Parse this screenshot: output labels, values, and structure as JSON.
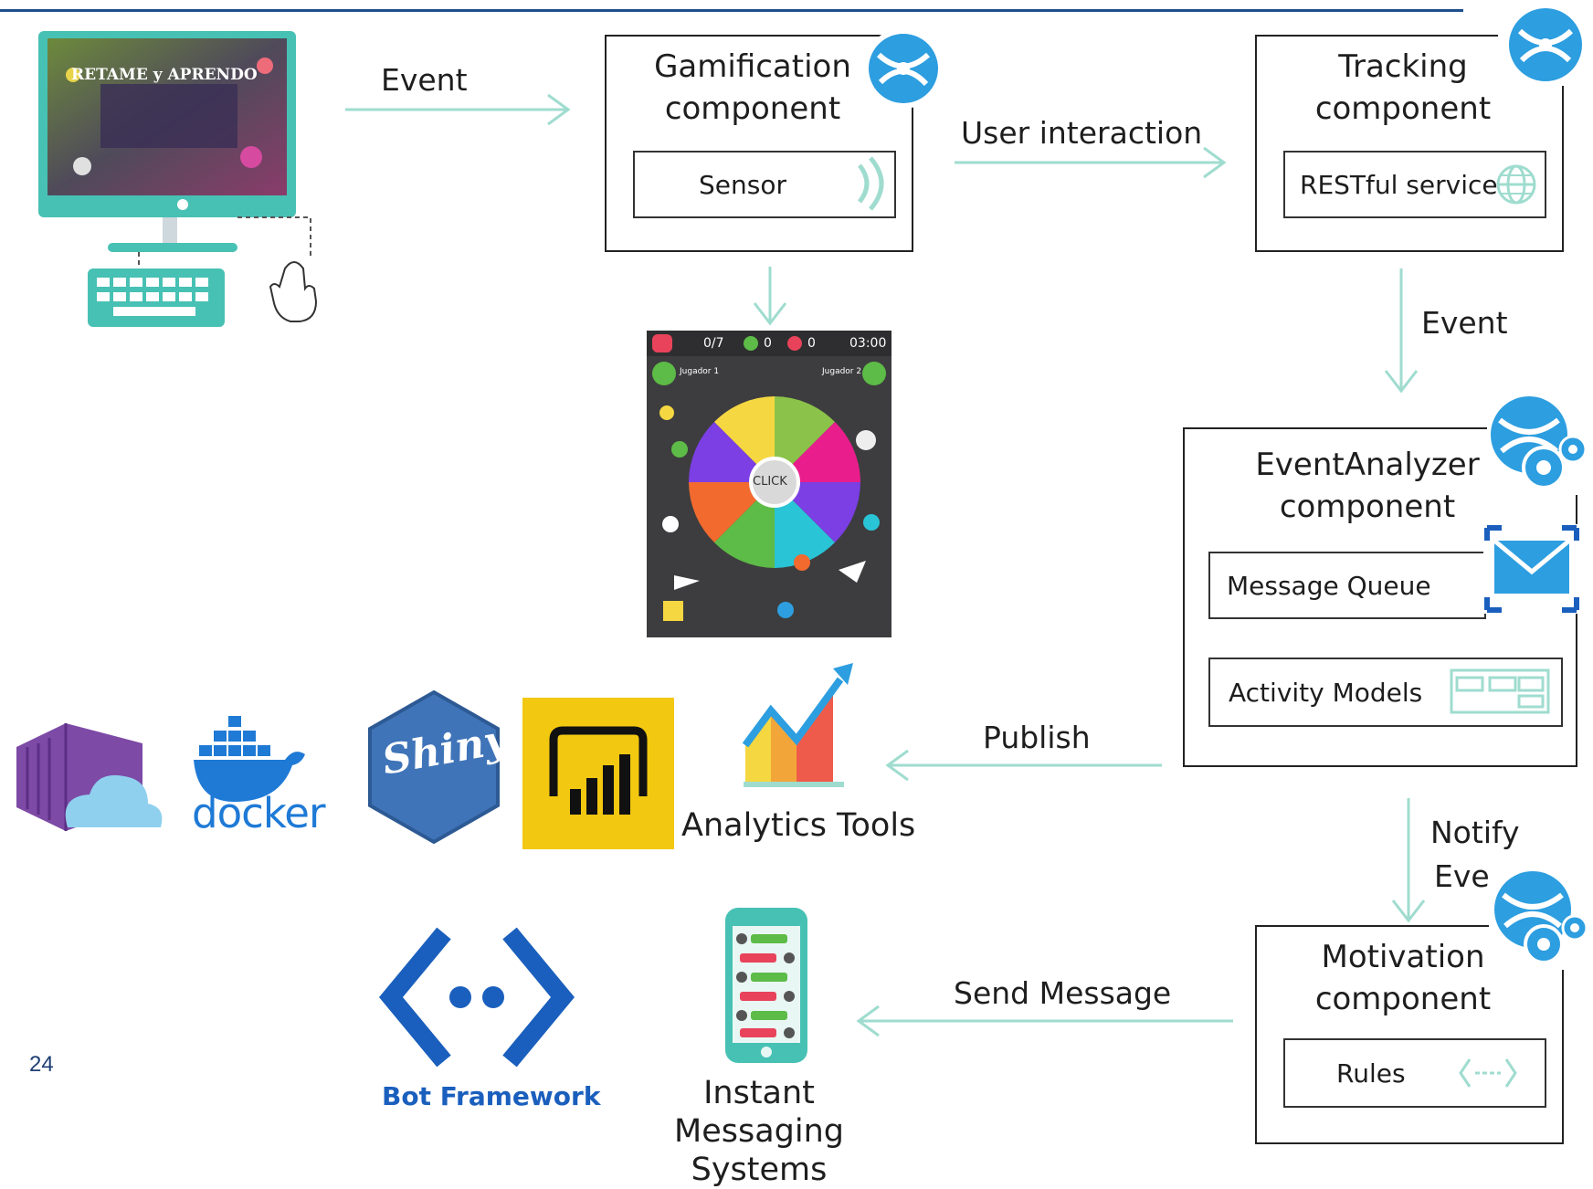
{
  "labels": {
    "event_top": "Event",
    "user_interaction": "User interaction",
    "event_right": "Event",
    "publish": "Publish",
    "notify": "Notify",
    "eve": "Eve",
    "send_message": "Send Message"
  },
  "gamification": {
    "title1": "Gamification",
    "title2": "component",
    "sensor": "Sensor"
  },
  "tracking": {
    "title1": "Tracking",
    "title2": "component",
    "service": "RESTful service"
  },
  "eventanalyzer": {
    "title1": "EventAnalyzer",
    "title2": "component",
    "queue": "Message Queue",
    "models": "Activity Models"
  },
  "motivation": {
    "title1": "Motivation",
    "title2": "component",
    "rules": "Rules"
  },
  "analytics": {
    "label": "Analytics Tools"
  },
  "tools": {
    "docker": "docker",
    "shiny": "Shiny"
  },
  "messaging": {
    "label1": "Instant Messaging",
    "label2": "Systems"
  },
  "bot": {
    "label": "Bot Framework"
  },
  "poster": {
    "title": "RETAME y APRENDO"
  },
  "game": {
    "score": "0/7",
    "right": "0",
    "wrong": "0",
    "timer": "03:00",
    "player1": "Jugador 1",
    "player2": "Jugador 2",
    "center": "CLICK"
  },
  "page_number": "24",
  "colors": {
    "arrow": "#9fdccf",
    "topline": "#1f4e8c",
    "azure": "#2d9ee0",
    "bot": "#1a5fbd",
    "powerbi": "#f2c811"
  }
}
